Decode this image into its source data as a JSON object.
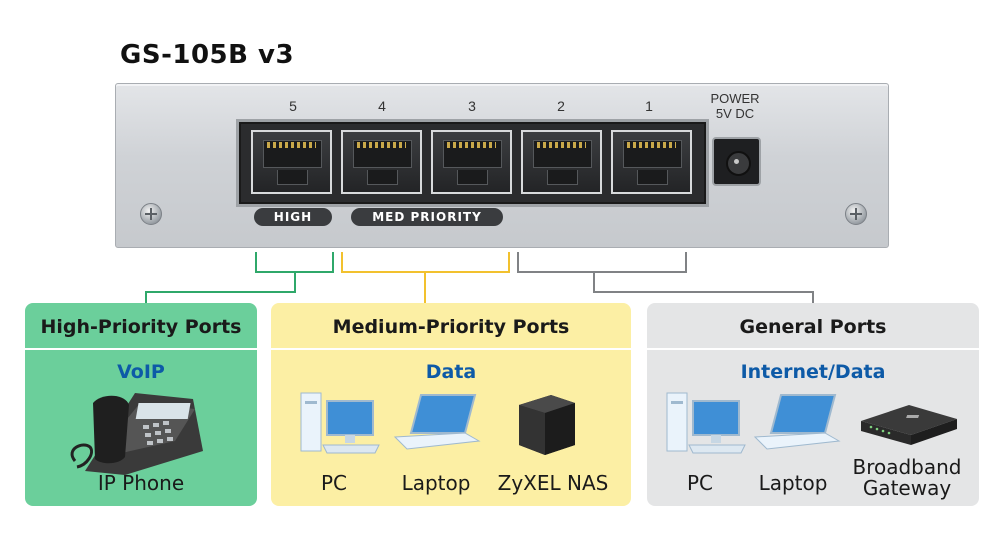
{
  "title": "GS-105B v3",
  "device": {
    "ports": [
      "5",
      "4",
      "3",
      "2",
      "1"
    ],
    "power_label_line1": "POWER",
    "power_label_line2": "5V DC",
    "high_badge": "HIGH",
    "med_badge": "MED PRIORITY"
  },
  "colors": {
    "high": "#2fa86a",
    "medium": "#f2c12e",
    "general": "#808285",
    "accent_text": "#0d5aa7"
  },
  "panels": {
    "high": {
      "header": "High-Priority Ports",
      "category": "VoIP",
      "items": [
        {
          "icon": "ip-phone-icon",
          "label": "IP Phone"
        }
      ]
    },
    "medium": {
      "header": "Medium-Priority Ports",
      "category": "Data",
      "items": [
        {
          "icon": "pc-icon",
          "label": "PC"
        },
        {
          "icon": "laptop-icon",
          "label": "Laptop"
        },
        {
          "icon": "nas-icon",
          "label": "ZyXEL NAS"
        }
      ]
    },
    "general": {
      "header": "General Ports",
      "category": "Internet/Data",
      "items": [
        {
          "icon": "pc-icon",
          "label": "PC"
        },
        {
          "icon": "laptop-icon",
          "label": "Laptop"
        },
        {
          "icon": "gateway-icon",
          "label_line1": "Broadband",
          "label_line2": "Gateway"
        }
      ]
    }
  }
}
